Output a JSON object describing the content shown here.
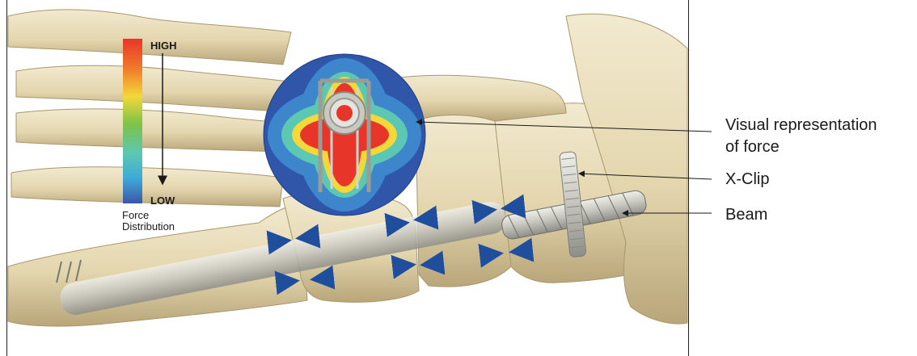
{
  "legend": {
    "high_label": "HIGH",
    "low_label": "LOW",
    "caption": "Force\nDistribution",
    "high_color": "#e8352a",
    "low_color": "#3d55a8"
  },
  "callouts": {
    "force_rep_line1": "Visual representation",
    "force_rep_line2": "of force",
    "xclip": "X-Clip",
    "beam": "Beam"
  },
  "colors": {
    "bone": "#e8dcb8",
    "implant": "#b8b8b2",
    "compression_arrow": "#1f4e9c"
  }
}
